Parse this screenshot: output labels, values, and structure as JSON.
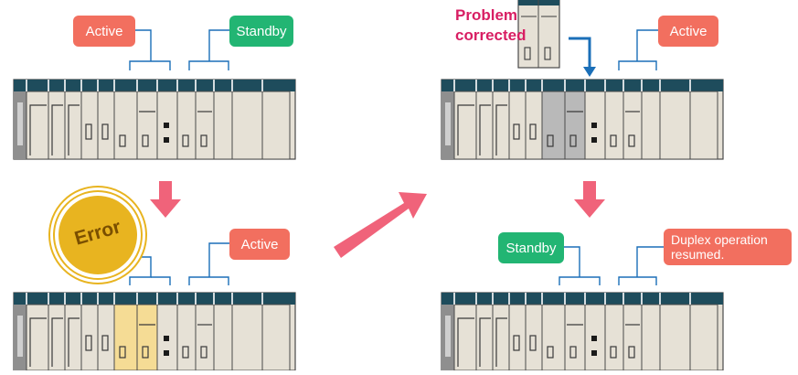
{
  "labels": {
    "p1_active": "Active",
    "p1_standby": "Standby",
    "p2_problem_line1": "Problem",
    "p2_problem_line2": "corrected",
    "p2_active": "Active",
    "p3_error": "Error",
    "p3_active": "Active",
    "p4_standby": "Standby",
    "p4_duplex_line1": "Duplex operation",
    "p4_duplex_line2": "resumed."
  },
  "colors": {
    "active": "#f26f5f",
    "standby": "#22b573",
    "problem_text": "#d81e63",
    "arrow": "#f0637a",
    "arrow_blue": "#1b6fb8",
    "connector": "#1b6fb8",
    "rack_top": "#1e4c5c",
    "rack_body": "#e6e1d6",
    "rack_gray": "#8f8f8f",
    "error_module": "#f5dc95",
    "error_badge": "#e8b420",
    "corrected_slot": "#b9b9b9"
  }
}
